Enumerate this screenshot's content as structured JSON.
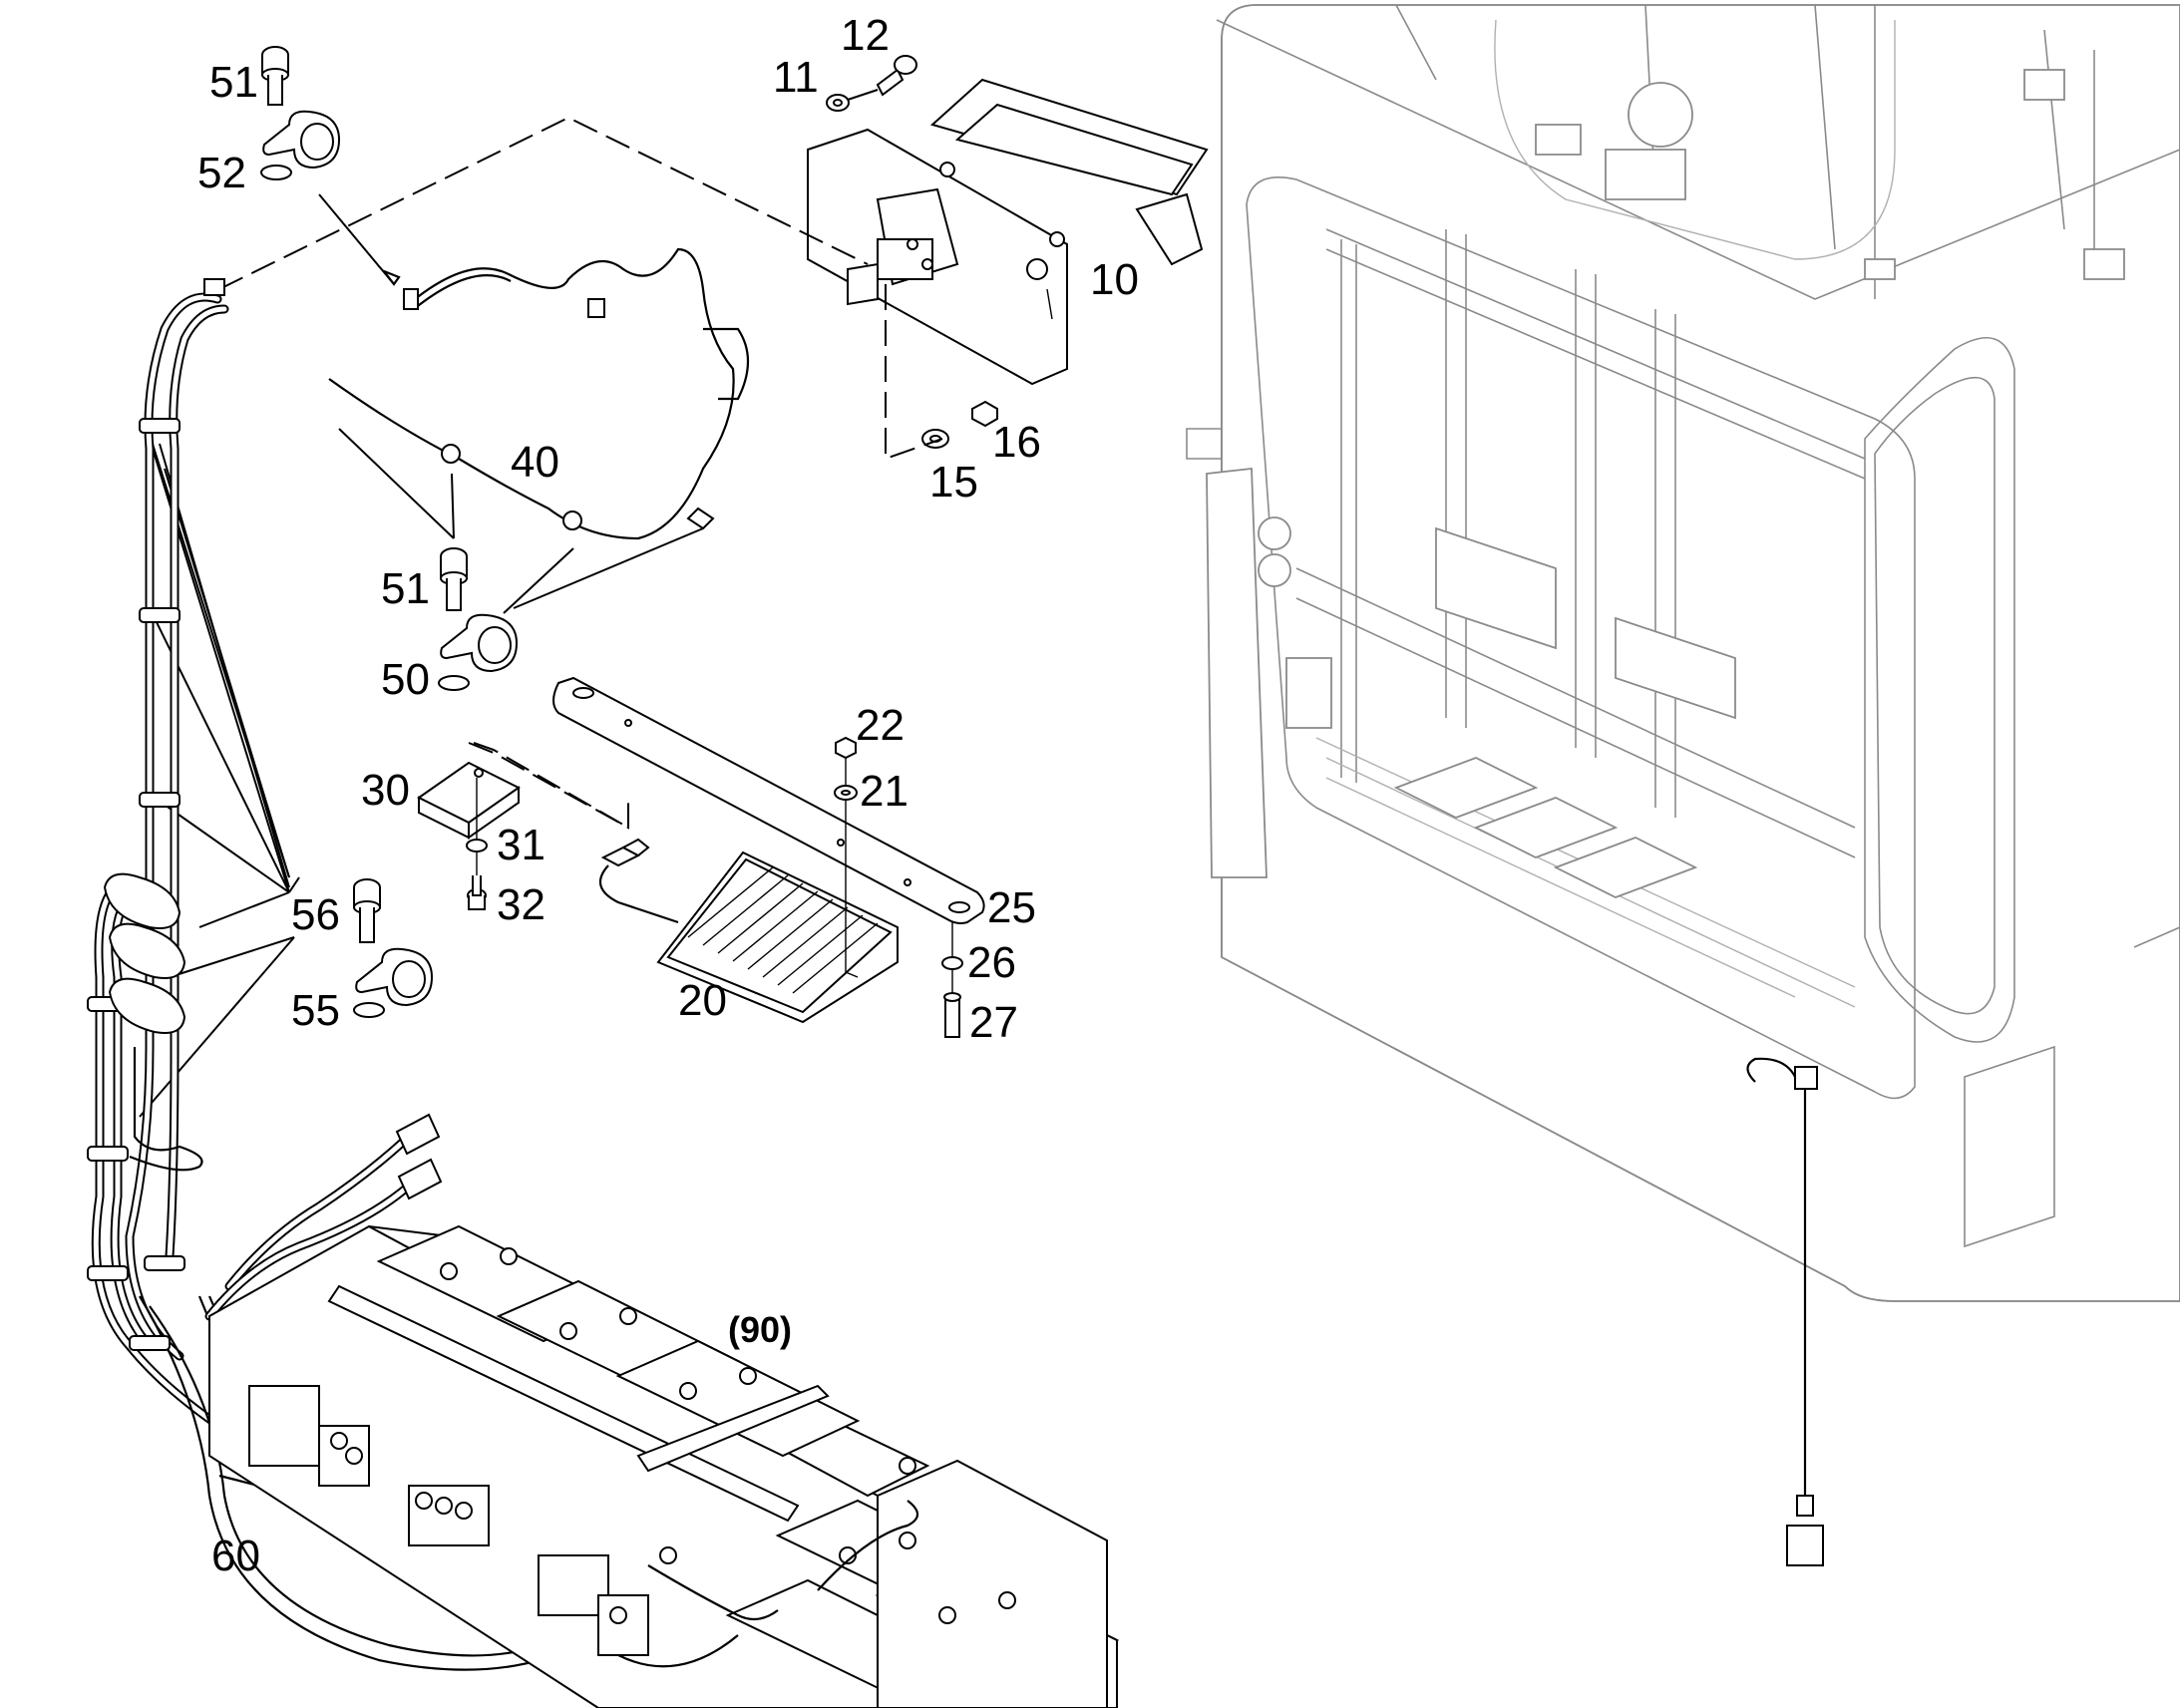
{
  "diagram": {
    "callouts": {
      "c51_top": "51",
      "c52": "52",
      "c11": "11",
      "c12": "12",
      "c10": "10",
      "c16": "16",
      "c15": "15",
      "c40": "40",
      "c51_mid": "51",
      "c50": "50",
      "c22": "22",
      "c21": "21",
      "c30": "30",
      "c31": "31",
      "c32": "32",
      "c25": "25",
      "c26": "26",
      "c27": "27",
      "c20": "20",
      "c56": "56",
      "c55": "55",
      "c60": "60",
      "c90": "(90)"
    },
    "colors": {
      "line": "#000000",
      "machine_line": "#8a8a8a",
      "background": "#ffffff"
    }
  }
}
